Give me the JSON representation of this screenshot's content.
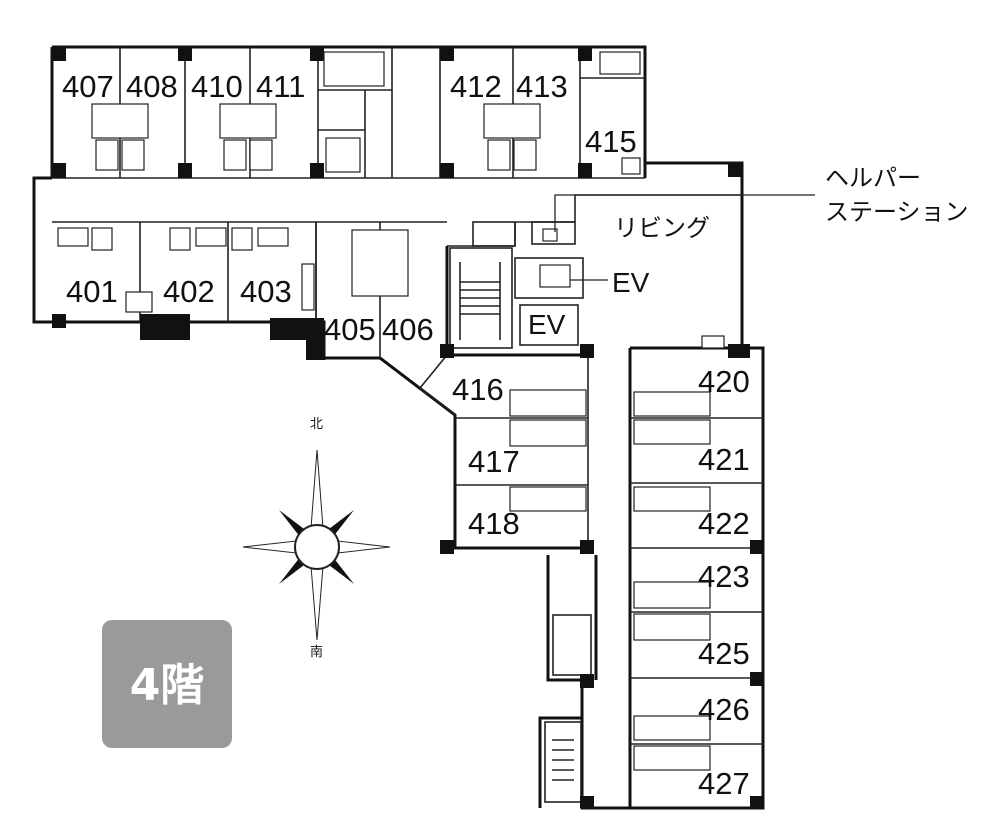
{
  "floor": {
    "badge_label": "4階"
  },
  "rooms": {
    "r401": "401",
    "r402": "402",
    "r403": "403",
    "r405": "405",
    "r406": "406",
    "r407": "407",
    "r408": "408",
    "r410": "410",
    "r411": "411",
    "r412": "412",
    "r413": "413",
    "r415": "415",
    "r416": "416",
    "r417": "417",
    "r418": "418",
    "r420": "420",
    "r421": "421",
    "r422": "422",
    "r423": "423",
    "r425": "425",
    "r426": "426",
    "r427": "427"
  },
  "facilities": {
    "living": "リビング",
    "helper_station_line1": "ヘルパー",
    "helper_station_line2": "ステーション",
    "elevator_1": "EV",
    "elevator_2": "EV"
  },
  "compass": {
    "north": "北",
    "south": "南"
  },
  "colors": {
    "walls": "#111111",
    "badge": "#9a9a9a",
    "background": "#ffffff"
  }
}
